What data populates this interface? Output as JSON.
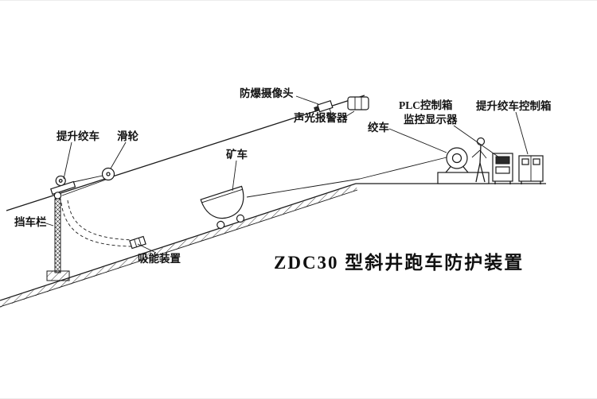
{
  "diagram": {
    "title": "ZDC30 型斜井跑车防护装置",
    "labels": {
      "explosion_proof_camera": "防爆摄像头",
      "sound_light_alarm": "声光报警器",
      "hoist_winch": "提升绞车",
      "pulley": "滑轮",
      "mine_car": "矿车",
      "winch": "绞车",
      "plc_control_box": "PLC控制箱",
      "monitor_display": "监控显示器",
      "hoist_winch_control_box": "提升绞车控制箱",
      "car_stop_barrier": "挡车栏",
      "energy_absorber": "吸能装置"
    },
    "colors": {
      "ink": "#1a1a1a",
      "background": "#ffffff"
    }
  }
}
